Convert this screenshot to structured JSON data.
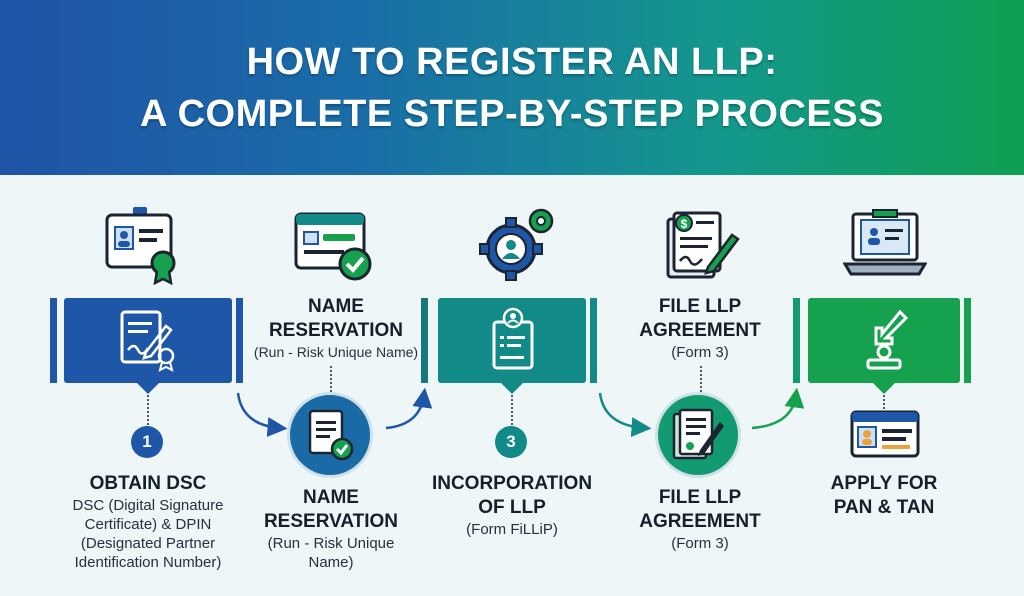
{
  "header": {
    "line1": "HOW TO REGISTER AN LLP:",
    "line2": "A COMPLETE STEP-BY-STEP PROCESS"
  },
  "colors": {
    "blue": "#1f57a8",
    "teal_dark": "#16787f",
    "teal": "#118a88",
    "green_teal": "#129a70",
    "green": "#15a14e"
  },
  "steps": {
    "s1": {
      "number": "1",
      "title": "OBTAIN DSC",
      "desc1": "DSC (Digital Signature",
      "desc2": "Certificate) & DPIN",
      "desc3": "(Designated Partner",
      "desc4": "Identification Number)"
    },
    "s2_top": {
      "title1": "NAME",
      "title2": "RESERVATION",
      "desc": "(Run - Risk Unique Name)"
    },
    "s2_bottom": {
      "title1": "NAME",
      "title2": "RESERVATION",
      "desc1": "(Run - Risk Unique",
      "desc2": "Name)"
    },
    "s3": {
      "number": "3",
      "title1": "INCORPORATION",
      "title2": "OF LLP",
      "desc": "(Form FiLLiP)"
    },
    "s4_top": {
      "title1": "FILE LLP",
      "title2": "AGREEMENT",
      "desc": "(Form 3)"
    },
    "s4_bottom": {
      "title1": "FILE LLP",
      "title2": "AGREEMENT",
      "desc": "(Form 3)"
    },
    "s5": {
      "title1": "APPLY FOR",
      "title2": "PAN & TAN"
    }
  },
  "icons": {
    "top1": "id-card-badge-icon",
    "top2": "browser-check-icon",
    "top3": "gears-user-icon",
    "top4": "dollar-document-pen-icon",
    "top5": "laptop-profile-icon",
    "band1": "certificate-pen-icon",
    "band3": "user-document-icon",
    "band5": "arrow-stamp-icon",
    "circle2": "document-check-icon",
    "circle4": "agreement-sign-icon",
    "card5": "id-card-icon"
  }
}
